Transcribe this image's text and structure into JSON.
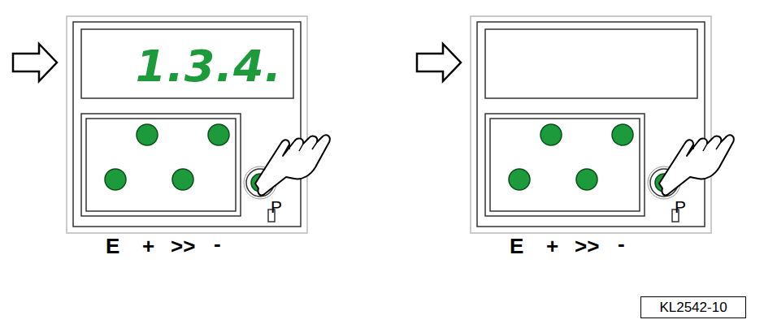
{
  "diagram": {
    "nodes": [
      {
        "text": [
          "1.3.4."
        ]
      },
      {
        "text": [
          "KL2542-10"
        ]
      }
    ],
    "labels": [
      "P",
      "E",
      "+",
      ">>",
      "-",
      "P",
      "E",
      "+",
      ">>",
      "-"
    ]
  }
}
